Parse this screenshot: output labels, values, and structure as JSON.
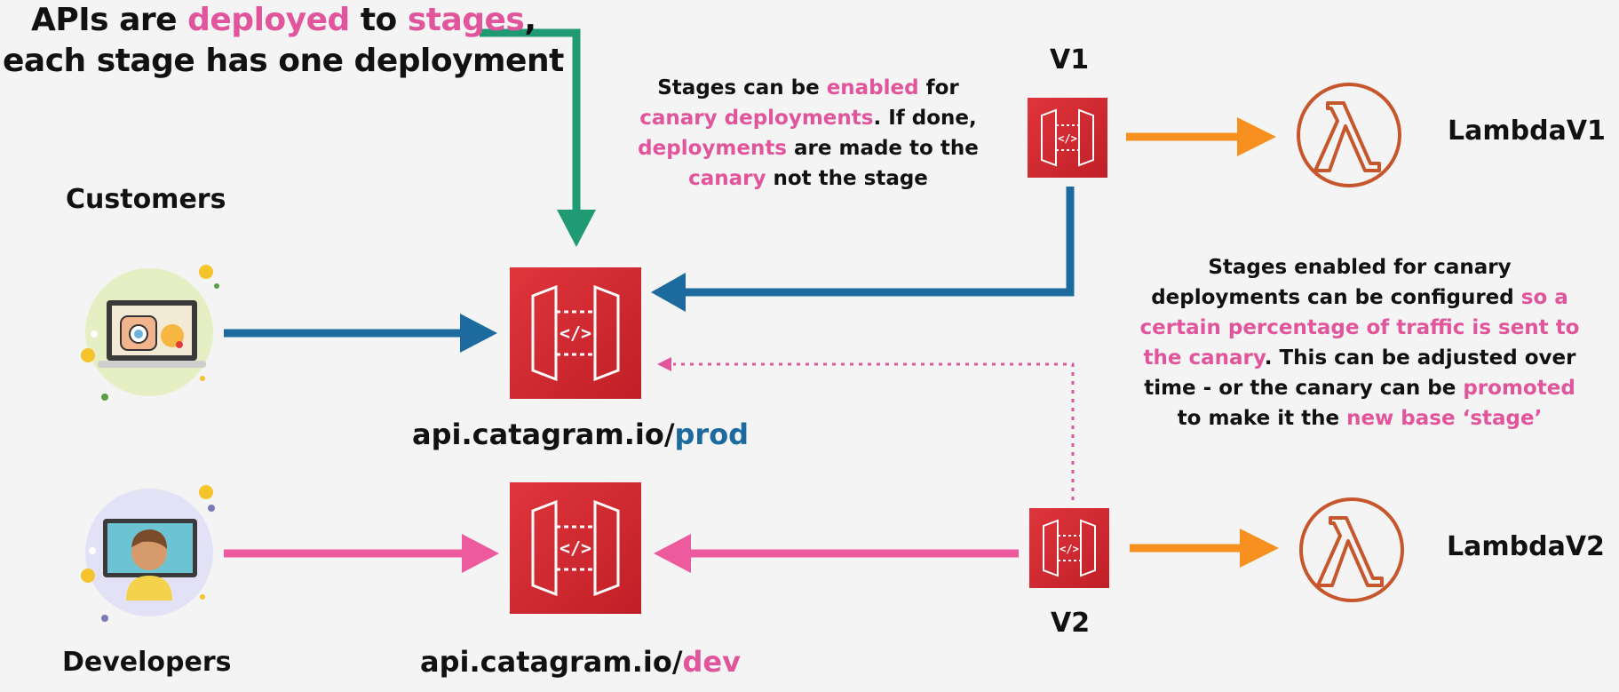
{
  "title": {
    "line1_prefix": "APIs are ",
    "line1_hl1": "deployed",
    "line1_mid": " to ",
    "line1_hl2": "stages",
    "line1_suffix": ",",
    "line2": "each stage has one deployment"
  },
  "canary_note": {
    "l1_a": "Stages can be ",
    "l1_hl": "enabled",
    "l1_b": " for",
    "l2_hl": "canary deployments",
    "l2_b": ". If done,",
    "l3_hl": "deployments",
    "l3_b": " are made to the",
    "l4_hl": "canary",
    "l4_b": " not the stage"
  },
  "traffic_note": {
    "l1": "Stages enabled for canary",
    "l2_a": "deployments can be configured ",
    "l2_hl": "so a",
    "l3_hl": "certain percentage of traffic is sent to",
    "l4_hl": "the canary",
    "l4_b": ". This can be adjusted over",
    "l5_a": "time - or the canary can be ",
    "l5_hl": "promoted",
    "l6_a": "to make it the ",
    "l6_hl": "new base ‘stage’"
  },
  "customers_label": "Customers",
  "developers_label": "Developers",
  "prod_endpoint": {
    "base": "api.catagram.io/",
    "stage": "prod"
  },
  "dev_endpoint": {
    "base": "api.catagram.io/",
    "stage": "dev"
  },
  "v1_label": "V1",
  "v2_label": "V2",
  "lambda_v1_label": "LambdaV1",
  "lambda_v2_label": "LambdaV2",
  "colors": {
    "highlight": "#e0559b",
    "prod_blue": "#1d6a9e",
    "green_arrow": "#1f9a72",
    "orange_arrow": "#f7901e",
    "api_red": "#d3272f",
    "lambda_outline": "#c6562c"
  }
}
